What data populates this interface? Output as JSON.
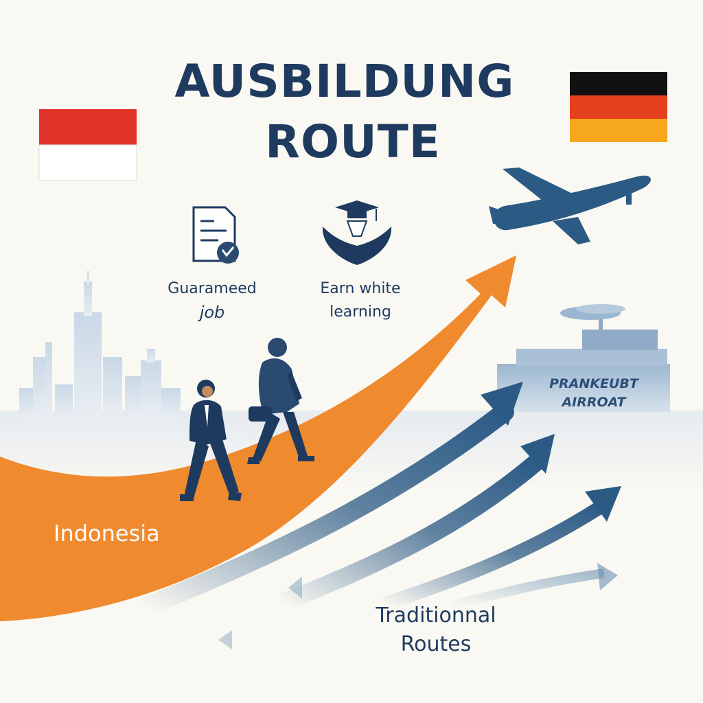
{
  "header": {
    "title_line1": "AUSBILDUNG",
    "title_line2": "ROUTE"
  },
  "flags": {
    "left": {
      "country": "Indonesia",
      "colors": [
        "#e0342b",
        "#ffffff"
      ]
    },
    "right": {
      "country": "Germany",
      "colors": [
        "#111111",
        "#e5401f",
        "#f7a71c"
      ]
    }
  },
  "features": [
    {
      "icon": "document-icon",
      "line1": "Guarameed",
      "line2": "job"
    },
    {
      "icon": "graduation-hands-icon",
      "line1": "Earn white",
      "line2": "learning"
    }
  ],
  "path": {
    "origin_label": "Indonesia",
    "color": "#f08a2e"
  },
  "destination": {
    "line1": "PRANKEUBT",
    "line2": "AIRROAT",
    "icon": "airplane-icon"
  },
  "traditional": {
    "line1": "Traditionnal",
    "line2": "Routes",
    "color": "#2b5a85"
  },
  "colors": {
    "navy": "#1f3a5f",
    "orange": "#f08a2e",
    "blue": "#2b5a85",
    "background": "#faf8f2"
  }
}
